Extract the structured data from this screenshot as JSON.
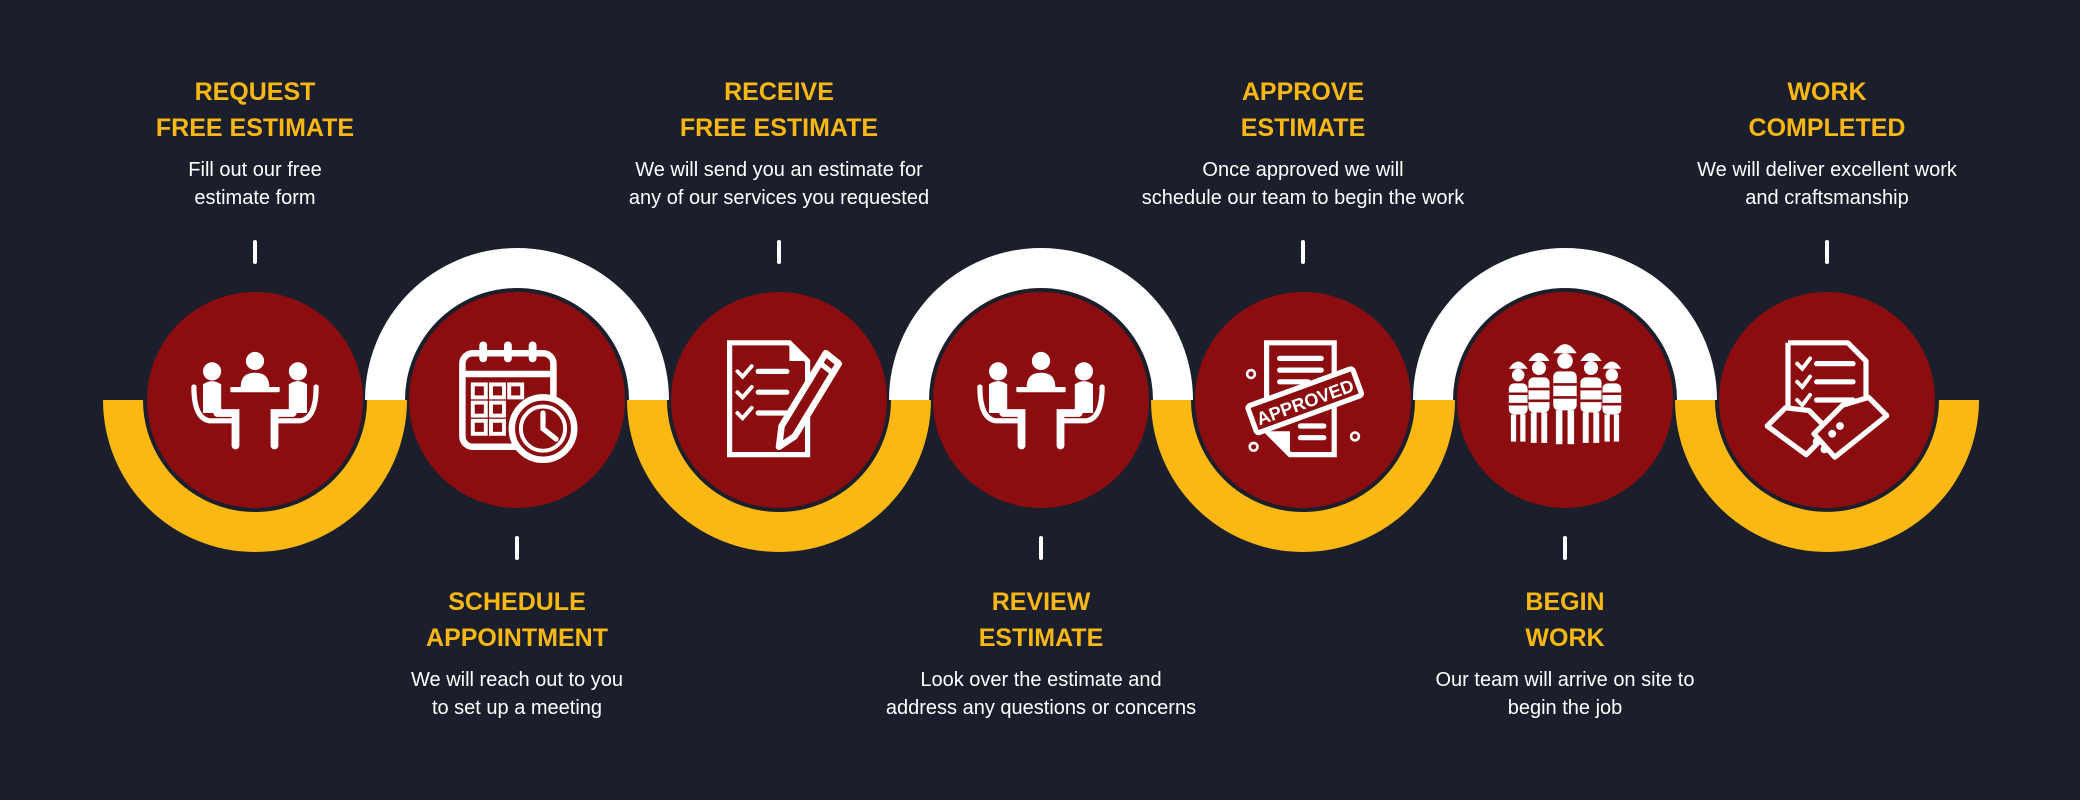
{
  "colors": {
    "background": "#1a1f2b",
    "accent": "#fbb712",
    "badge": "#8b0d10",
    "text": "#ffffff"
  },
  "steps": [
    {
      "title": [
        "REQUEST",
        "FREE ESTIMATE"
      ],
      "desc": [
        "Fill out our free",
        "estimate form"
      ],
      "icon": "meeting-icon"
    },
    {
      "title": [
        "SCHEDULE",
        "APPOINTMENT"
      ],
      "desc": [
        "We will reach out to you",
        "to set up a meeting"
      ],
      "icon": "calendar-clock-icon"
    },
    {
      "title": [
        "RECEIVE",
        "FREE ESTIMATE"
      ],
      "desc": [
        "We will send you an estimate for",
        "any of our services you requested"
      ],
      "icon": "document-pen-icon"
    },
    {
      "title": [
        "REVIEW",
        "ESTIMATE"
      ],
      "desc": [
        "Look over the estimate and",
        "address any questions or concerns"
      ],
      "icon": "meeting-icon"
    },
    {
      "title": [
        "APPROVE",
        "ESTIMATE"
      ],
      "desc": [
        "Once approved we will",
        "schedule our team to begin the work"
      ],
      "icon": "approved-document-icon",
      "stamp_text": "APPROVED"
    },
    {
      "title": [
        "BEGIN",
        "WORK"
      ],
      "desc": [
        "Our team will arrive on site to",
        "begin the job"
      ],
      "icon": "workers-icon"
    },
    {
      "title": [
        "WORK",
        "COMPLETED"
      ],
      "desc": [
        "We will deliver excellent work",
        "and craftsmanship"
      ],
      "icon": "contract-handshake-icon"
    }
  ]
}
